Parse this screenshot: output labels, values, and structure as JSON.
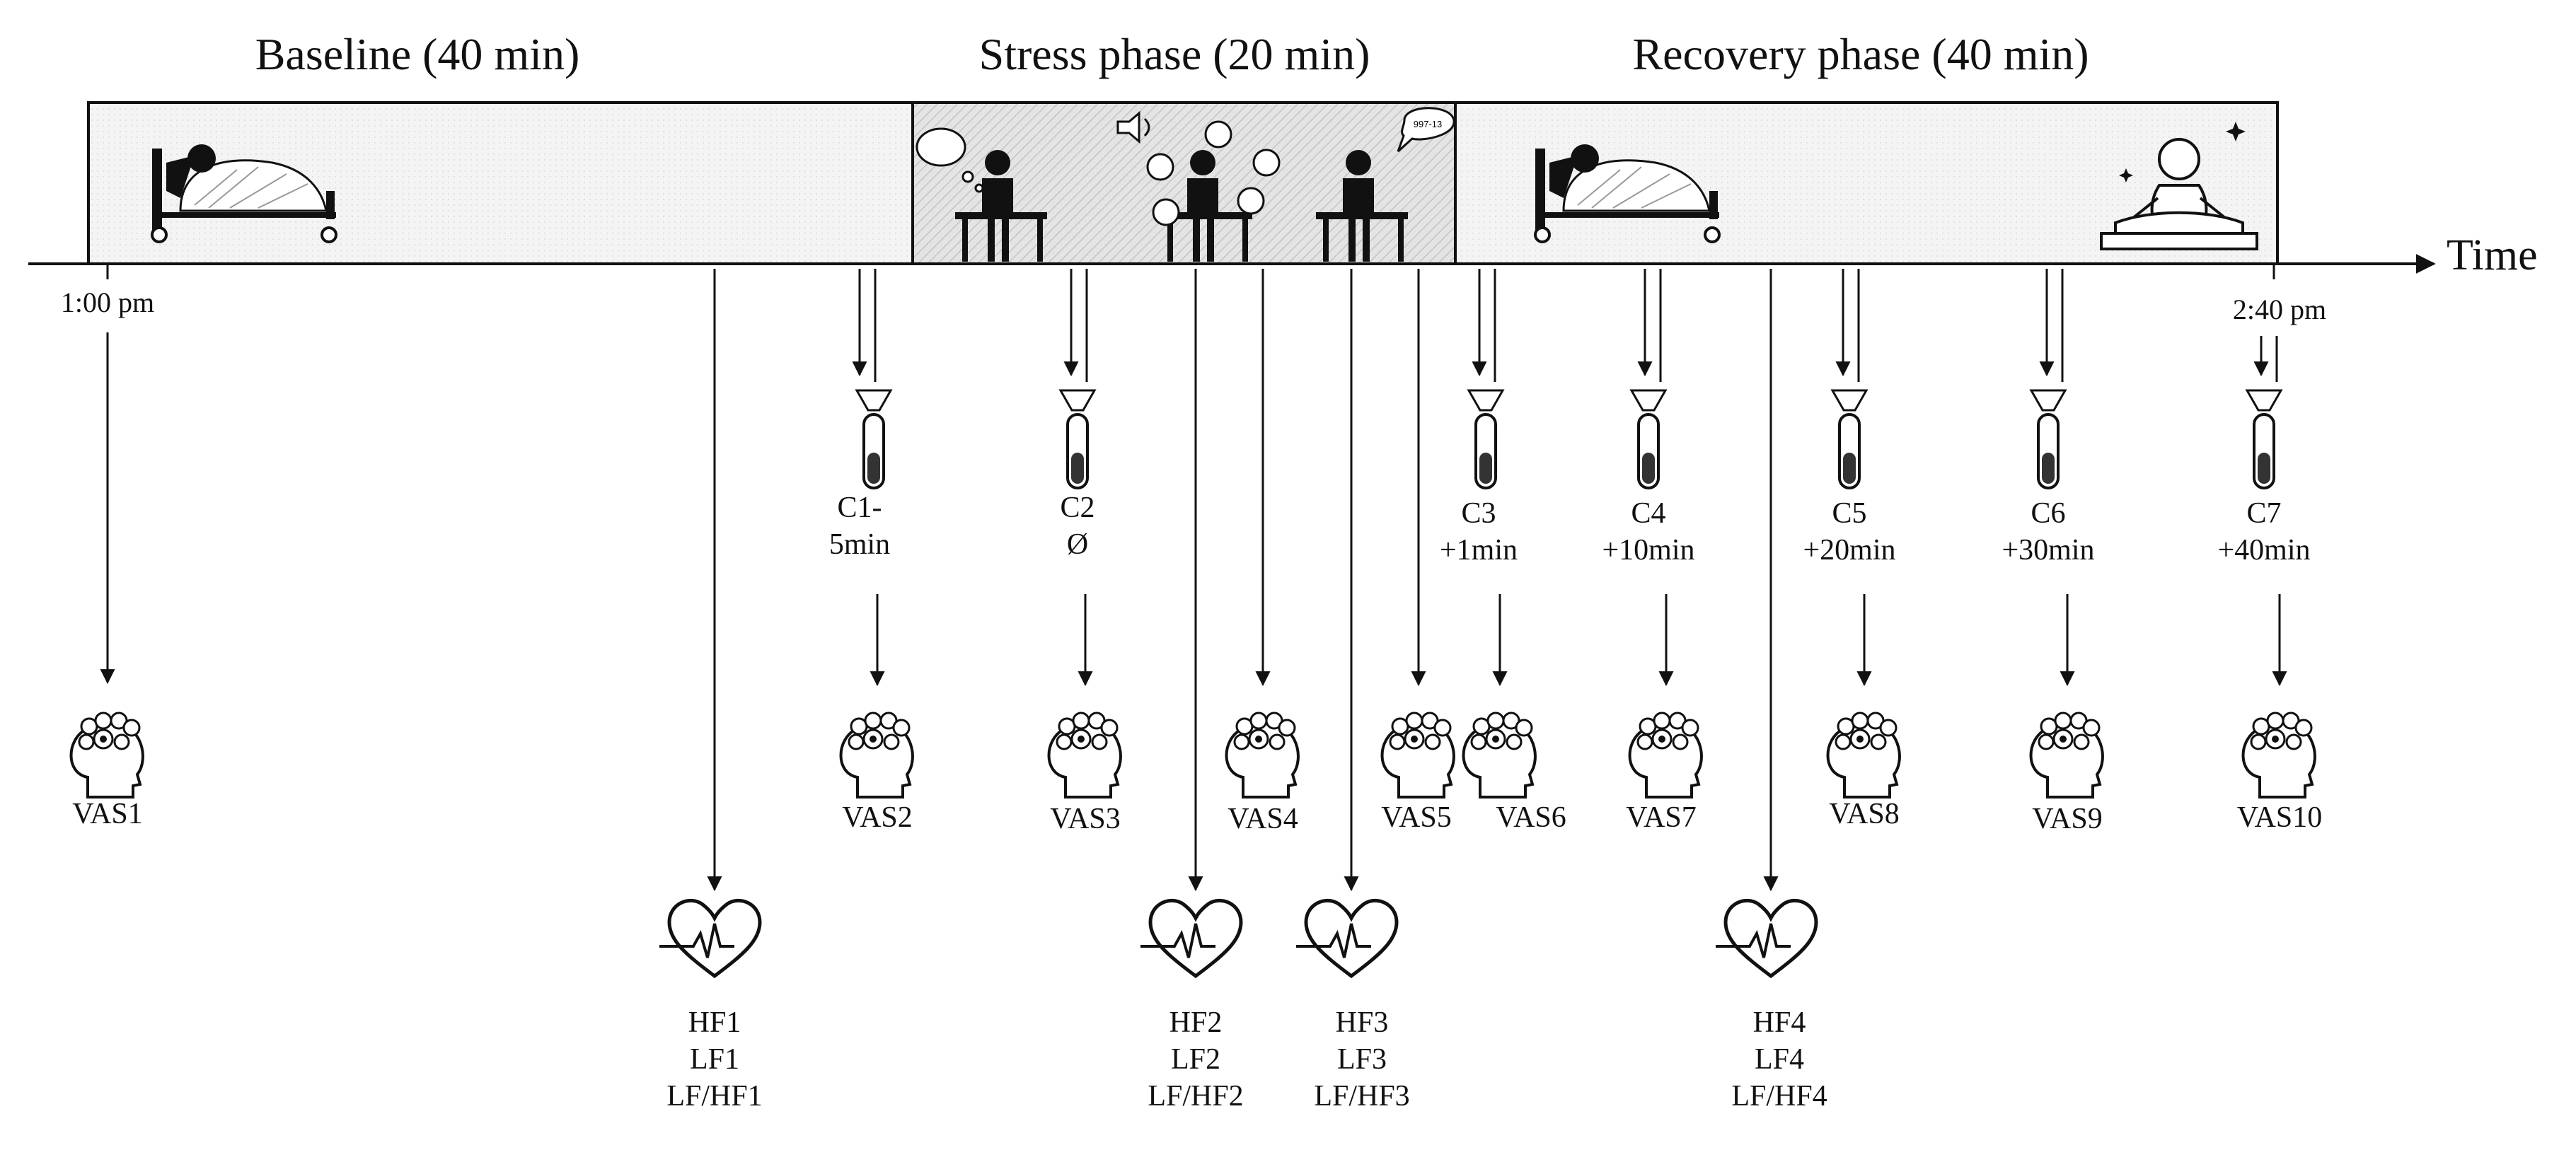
{
  "phases": {
    "baseline": "Baseline (40 min)",
    "stress": "Stress phase (20 min)",
    "recovery": "Recovery phase (40 min)"
  },
  "axis": {
    "label": "Time",
    "start_time": "1:00 pm",
    "end_time": "2:40 pm"
  },
  "cortisol": [
    {
      "name": "C1-",
      "detail": "5min"
    },
    {
      "name": "C2",
      "detail": "Ø"
    },
    {
      "name": "C3",
      "detail": "+1min"
    },
    {
      "name": "C4",
      "detail": "+10min"
    },
    {
      "name": "C5",
      "detail": "+20min"
    },
    {
      "name": "C6",
      "detail": "+30min"
    },
    {
      "name": "C7",
      "detail": "+40min"
    }
  ],
  "vas": [
    "VAS1",
    "VAS2",
    "VAS3",
    "VAS4",
    "VAS5",
    "VAS6",
    "VAS7",
    "VAS8",
    "VAS9",
    "VAS10"
  ],
  "hrv": [
    {
      "hf": "HF1",
      "lf": "LF1",
      "ratio": "LF/HF1"
    },
    {
      "hf": "HF2",
      "lf": "LF2",
      "ratio": "LF/HF2"
    },
    {
      "hf": "HF3",
      "lf": "LF3",
      "ratio": "LF/HF3"
    },
    {
      "hf": "HF4",
      "lf": "LF4",
      "ratio": "LF/HF4"
    }
  ],
  "speech_bubble_text": "997-13"
}
